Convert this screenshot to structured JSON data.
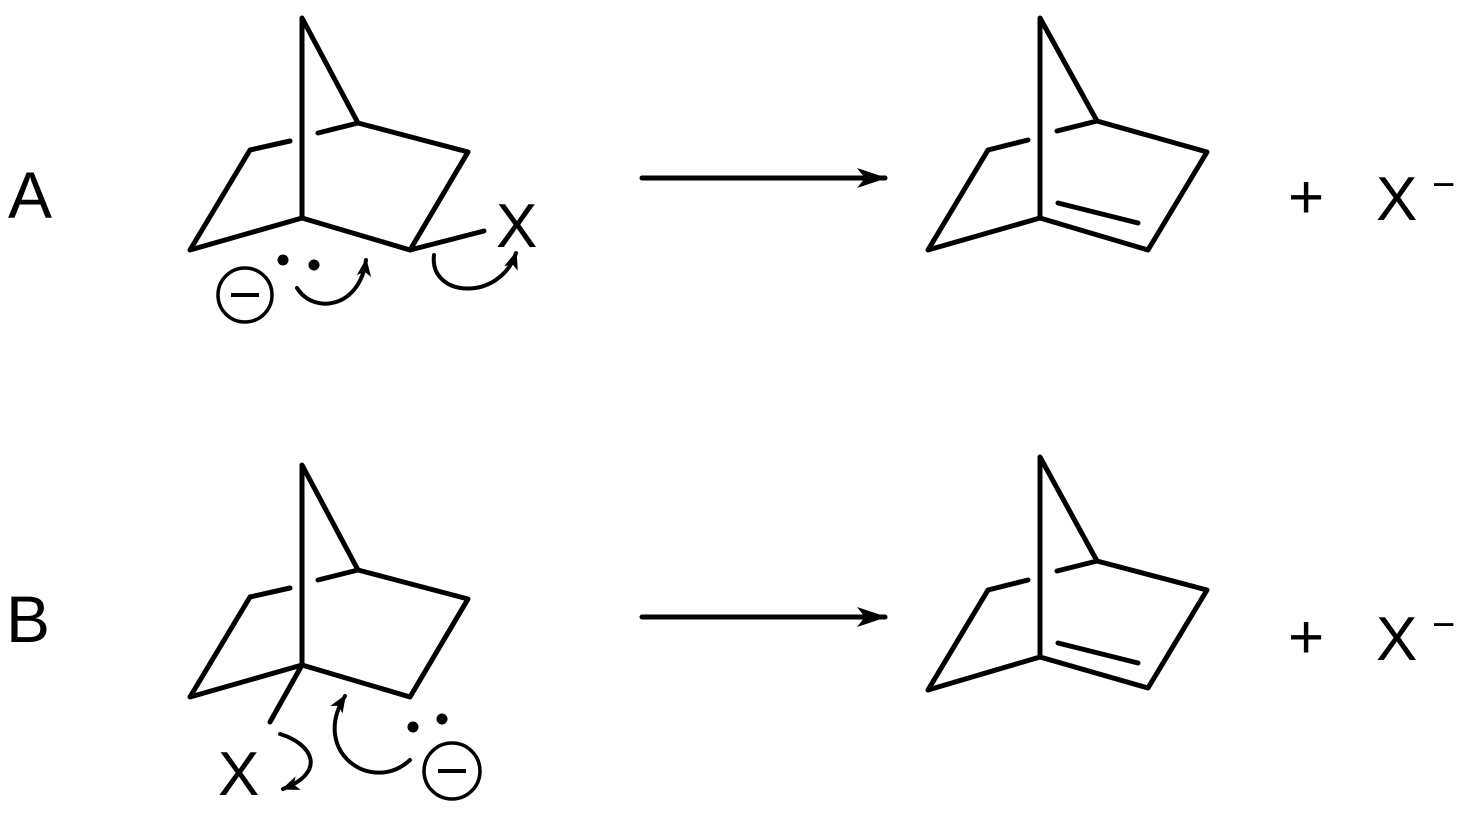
{
  "scheme": {
    "reaction_a": {
      "label": "A",
      "leaving_group": "X",
      "plus_sign": "+",
      "product_ion": "X",
      "ion_charge": "−"
    },
    "reaction_b": {
      "label": "B",
      "leaving_group": "X",
      "plus_sign": "+",
      "product_ion": "X",
      "ion_charge": "−"
    }
  },
  "colors": {
    "ink": "#000000",
    "background": "#ffffff"
  },
  "icons": [
    "negative-charge-icon",
    "lone-pair-icon",
    "curved-arrow-icon",
    "reaction-arrow-icon"
  ]
}
